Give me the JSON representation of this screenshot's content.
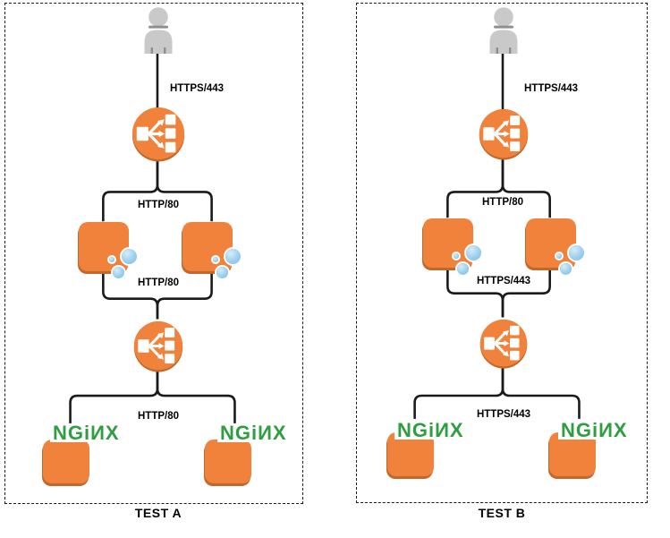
{
  "panels": [
    {
      "caption": "TEST A",
      "labels": {
        "hop1": "HTTPS/443",
        "hop2": "HTTP/80",
        "hop3": "HTTP/80",
        "hop4": "HTTP/80"
      },
      "nginx": "NGiИX"
    },
    {
      "caption": "TEST B",
      "labels": {
        "hop1": "HTTPS/443",
        "hop2": "HTTP/80",
        "hop3": "HTTPS/443",
        "hop4": "HTTPS/443"
      },
      "nginx": "NGiИX"
    }
  ],
  "icons": {
    "user": "user-icon",
    "load_balancer": "load-balancer-icon",
    "container": "container-icon",
    "bubble": "bubble-icon",
    "nginx": "nginx-logo"
  },
  "colors": {
    "aws_orange": "#F0823C",
    "orange_shadow": "#C2682A",
    "bubble_blue": "#8EC9EC",
    "nginx_green": "#2F9E41",
    "user_gray": "#C9C9C9",
    "user_gray_dark": "#8F8F8F",
    "line_black": "#1A1A1A"
  }
}
